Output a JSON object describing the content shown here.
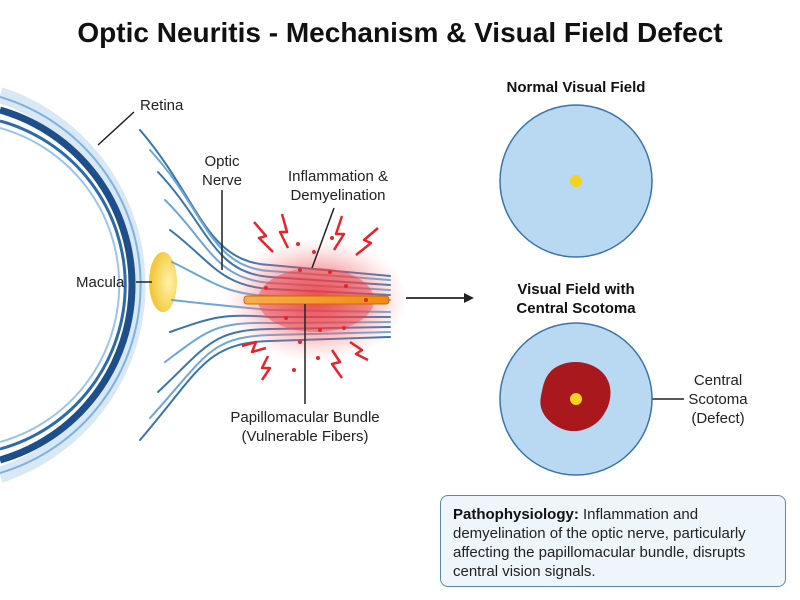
{
  "title": "Optic Neuritis - Mechanism & Visual Field Defect",
  "labels": {
    "retina": "Retina",
    "optic_nerve_line1": "Optic",
    "optic_nerve_line2": "Nerve",
    "inflammation_line1": "Inflammation &",
    "inflammation_line2": "Demyelination",
    "macula": "Macula",
    "bundle_line1": "Papillomacular Bundle",
    "bundle_line2": "(Vulnerable Fibers)"
  },
  "normal_field": {
    "title": "Normal Visual Field"
  },
  "scotoma_field": {
    "title_line1": "Visual Field with",
    "title_line2": "Central Scotoma",
    "label_line1": "Central",
    "label_line2": "Scotoma",
    "label_line3": "(Defect)"
  },
  "pathophysiology": {
    "heading": "Pathophysiology:",
    "body": " Inflammation and demyelination of the optic nerve, particularly affecting the papillomacular bundle, disrupts central vision signals."
  },
  "colors": {
    "eye_wall": "#1f4f8a",
    "eye_wall_light": "#7fb2dc",
    "macula": "#f6dc6a",
    "inflammation": "#e8323a",
    "bundle": "#f39a1e",
    "field_fill": "#b9d8f1",
    "field_stroke": "#3a74ad",
    "fixation": "#f7d21f",
    "scotoma": "#a8181c"
  }
}
